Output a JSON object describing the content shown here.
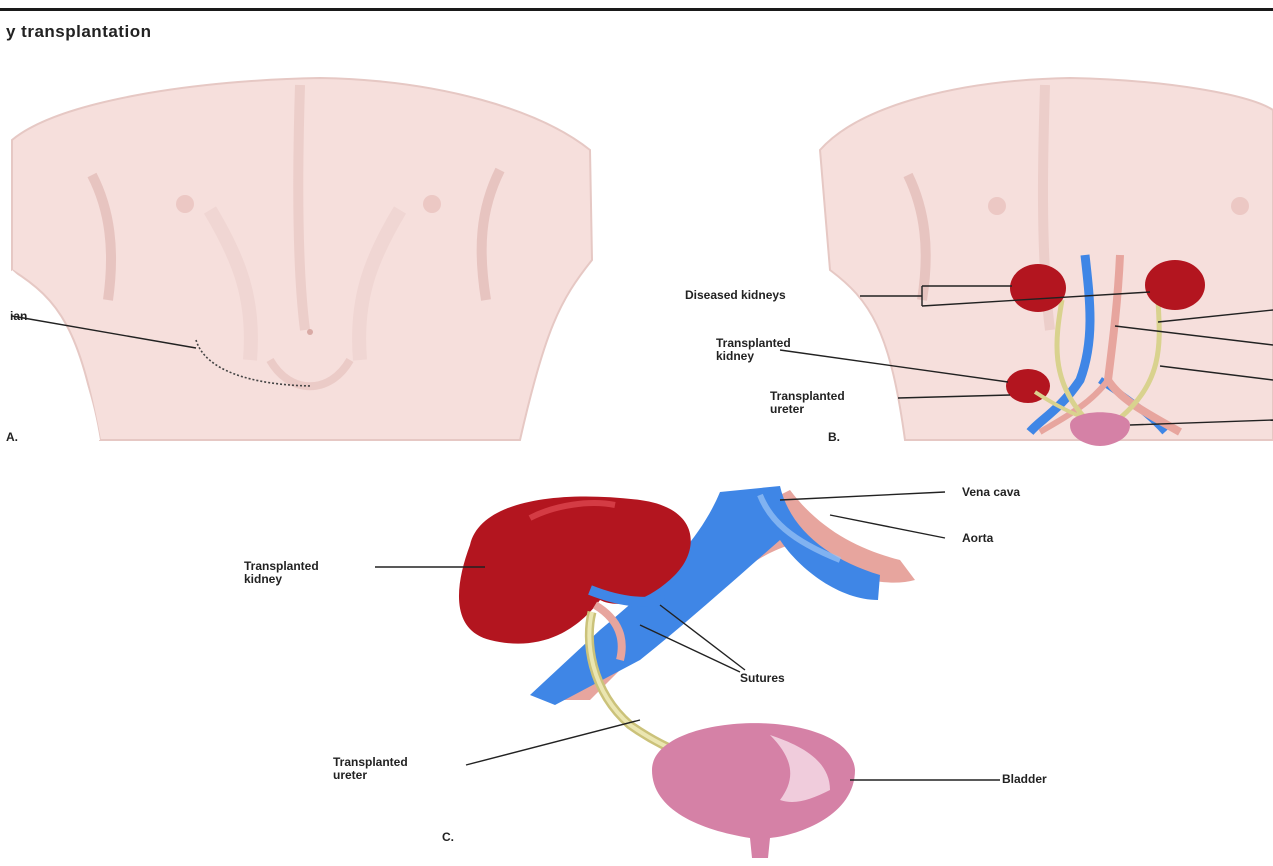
{
  "title": "y transplantation",
  "labels": {
    "a_partial": "ian",
    "b_diseased": "Diseased kidneys",
    "b_transplanted_kidney": "Transplanted\nkidney",
    "b_transplanted_ureter": "Transplanted\nureter",
    "c_vena_cava": "Vena cava",
    "c_aorta": "Aorta",
    "c_transplanted_kidney": "Transplanted\nkidney",
    "c_sutures": "Sutures",
    "c_transplanted_ureter": "Transplanted\nureter",
    "c_bladder": "Bladder"
  },
  "panels": {
    "a": "A.",
    "b": "B.",
    "c": "C."
  },
  "colors": {
    "skin": "#f6dfdc",
    "skin_shadow": "#e8c6c2",
    "kidney": "#b3151f",
    "vein": "#3f86e6",
    "artery": "#e7a59e",
    "ureter": "#d9d28e",
    "bladder": "#d581a6"
  }
}
